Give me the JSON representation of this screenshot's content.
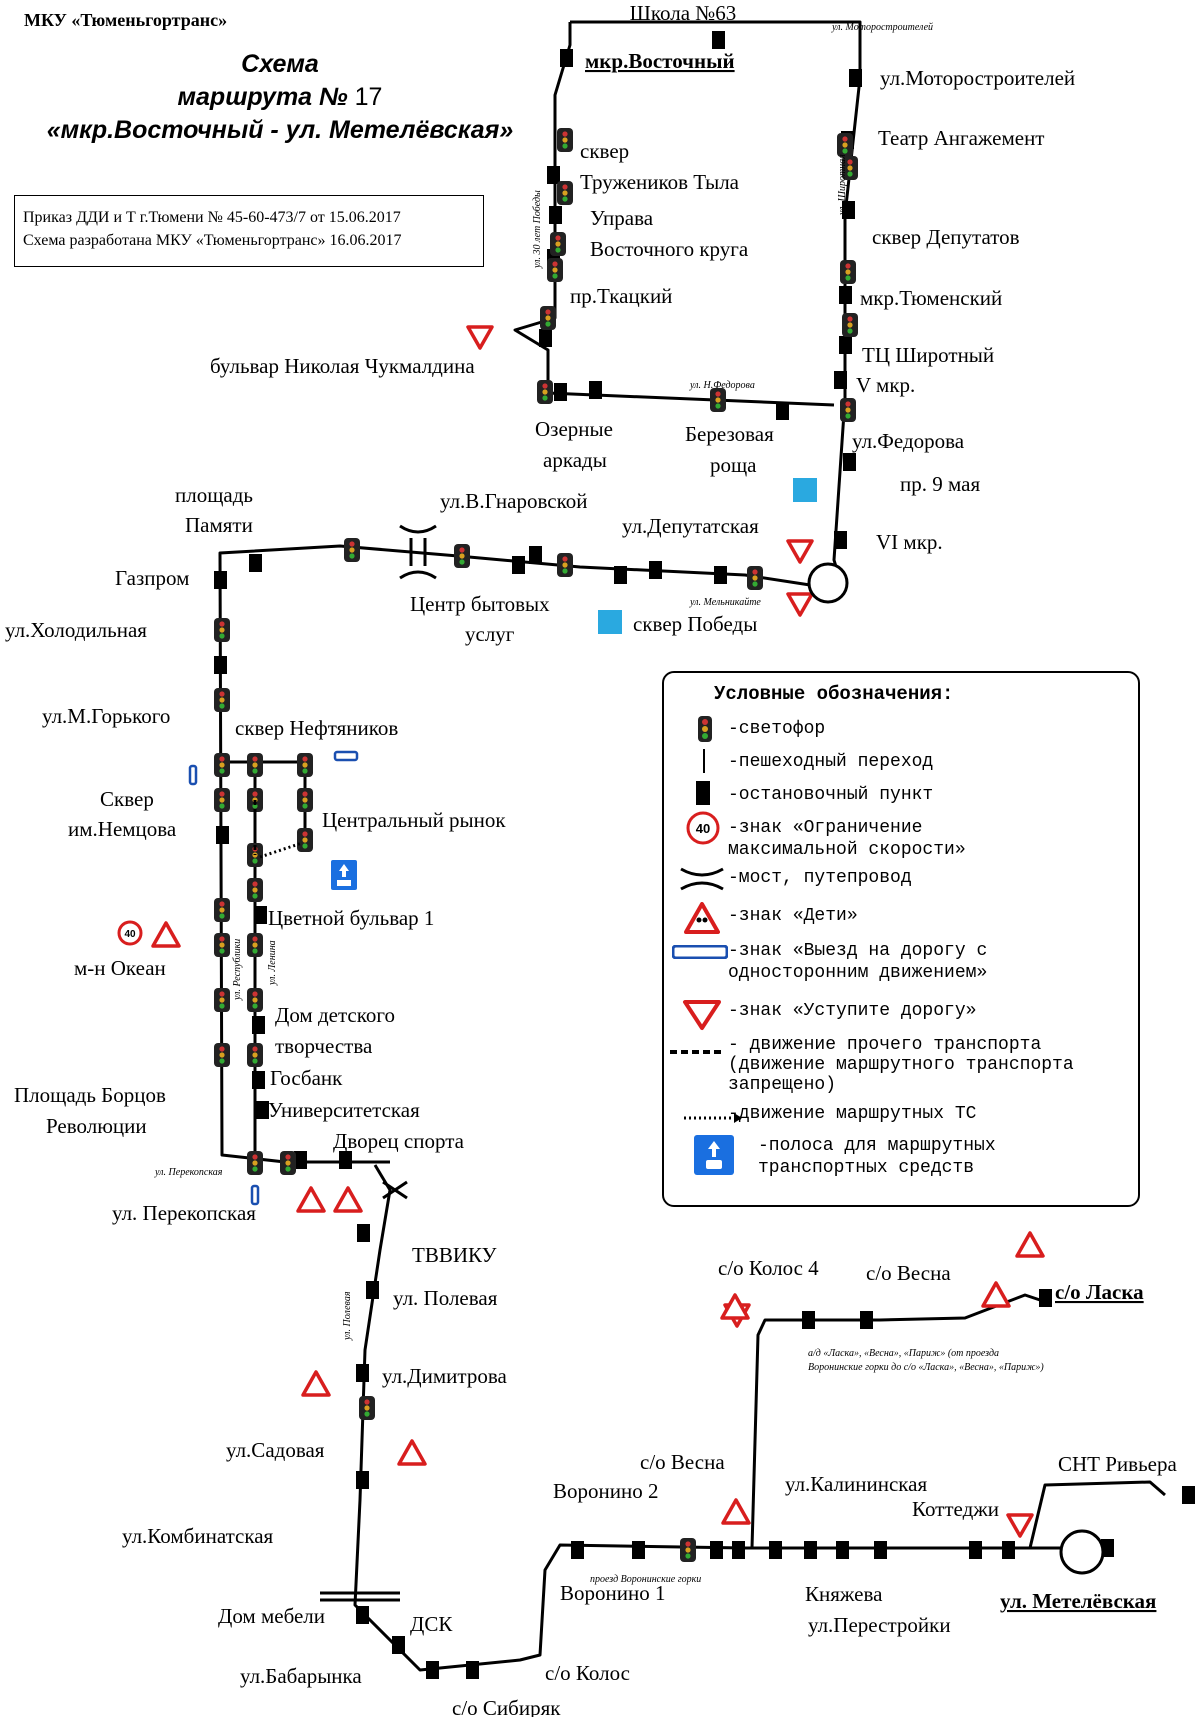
{
  "header": {
    "org": "МКУ «Тюменьгортранс»",
    "title_line1": "Схема",
    "title_line2_a": "маршрута №",
    "title_line2_num": "17",
    "title_line3": "«мкр.Восточный - ул. Метелёвская»",
    "order_line1": "Приказ ДДИ и Т г.Тюмени № 45-60-473/7 от 15.06.2017",
    "order_line2": "Схема разработана МКУ «Тюменьгортранс» 16.06.2017"
  },
  "stops": {
    "shkola63": "Школа №63",
    "mkr_vostochny": "мкр.Восточный",
    "motorostroiteley": "ул.Моторостроителей",
    "teatr": "Театр Ангажемент",
    "skver_deputatov": "сквер Депутатов",
    "mkr_tyumensky": "мкр.Тюменский",
    "tc_shirotny": "ТЦ Широтный",
    "v_mkr": "V мкр.",
    "ul_fedorova": "ул.Федорова",
    "pr9maya": "пр. 9 мая",
    "vi_mkr": "VI мкр.",
    "skver_tr_1": "сквер",
    "skver_tr_2": "Тружеников Тыла",
    "uprava_1": "Управа",
    "uprava_2": "Восточного круга",
    "pr_tkatsky": "пр.Ткацкий",
    "bulvar_chukmaldina": "бульвар Николая Чукмалдина",
    "ozernye_1": "Озерные",
    "ozernye_2": "аркады",
    "berezovaya_1": "Березовая",
    "berezovaya_2": "роща",
    "ul_gnarovskoy": "ул.В.Гнаровской",
    "ul_deputatskaya": "ул.Депутатская",
    "ploshchad_1": "площадь",
    "ploshchad_2": "Памяти",
    "gazprom": "Газпром",
    "ul_kholodilnaya": "ул.Холодильная",
    "centr_1": "Центр бытовых",
    "centr_2": "услуг",
    "skver_pobedy": "сквер Победы",
    "ul_gorkogo": "ул.М.Горького",
    "skver_neftyanikov": "сквер Нефтяников",
    "centr_rynok": "Центральный рынок",
    "skver_nemtsova_1": "Сквер",
    "skver_nemtsova_2": "им.Немцова",
    "tsvetnoy": "Цветной бульвар 1",
    "okean": "м-н Океан",
    "dom_det_1": "Дом детского",
    "dom_det_2": "творчества",
    "gosbank": "Госбанк",
    "universitetskaya": "Университетская",
    "pl_bortsov_1": "Площадь Борцов",
    "pl_bortsov_2": "Революции",
    "dvorets": "Дворец спорта",
    "ul_perekopskaya": "ул. Перекопская",
    "tvviku": "ТВВИКУ",
    "ul_polevaya": "ул. Полевая",
    "ul_dimitrova": "ул.Димитрова",
    "ul_sadovaya": "ул.Садовая",
    "ul_kombinatskaya": "ул.Комбинатская",
    "dom_mebeli": "Дом мебели",
    "dsk": "ДСК",
    "ul_babarynka": "ул.Бабарынка",
    "so_kolos": "с/о Колос",
    "so_sibiryak": "с/о Сибиряк",
    "voronino1": "Воронино 1",
    "voronino2": "Воронино 2",
    "so_vesna_b": "с/о Весна",
    "ul_kalininskaya": "ул.Калининская",
    "knyazheva": "Княжева",
    "ul_perestroyki": "ул.Перестройки",
    "kottedzhi": "Коттеджи",
    "snt_riviera": "СНТ Ривьера",
    "ul_metelevskaya": "ул. Метелёвская",
    "so_kolos4": "с/о Колос 4",
    "so_vesna_t": "с/о Весна",
    "so_laska": "с/о Ласка"
  },
  "streets": {
    "motorostroiteley": "ул. Моторостроителей",
    "shirotnaya": "ул. Широтная",
    "let30": "ул. 30 лет Победы",
    "fedorova": "ул. Н.Федорова",
    "melnikayte": "ул. Мельникайте",
    "respubliki": "ул. Республики",
    "lenina": "ул. Ленина",
    "perekopskaya": "ул. Перекопская",
    "polevaya": "ул. Полевая",
    "proezd": "проезд Воронинские горки",
    "ad_1": "а/д «Ласка», «Весна», «Париж» (от проезда",
    "ad_2": "Воронинские горки до с/о «Ласка», «Весна», «Париж»)"
  },
  "legend": {
    "title": "Условные обозначения:",
    "items": [
      "-светофор",
      "-пешеходный переход",
      "-остановочный пункт",
      "-знак «Ограничение\nмаксимальной скорости»",
      "-мост, путепровод",
      "-знак «Дети»",
      "-знак «Выезд на дорогу с\nодносторонним движением»",
      "-знак «Уступите дорогу»",
      "- движение прочего транспорта\n(движение маршрутного транспорта\nзапрещено)",
      "-движение маршрутных ТС",
      "-полоса для маршрутных\nтранспортных средств"
    ],
    "speed_value": "40"
  },
  "colors": {
    "route": "#000000",
    "triangle": "#d81e1e",
    "sign_blue": "#1a4fb0",
    "ped_cyan": "#2aa9e0"
  }
}
